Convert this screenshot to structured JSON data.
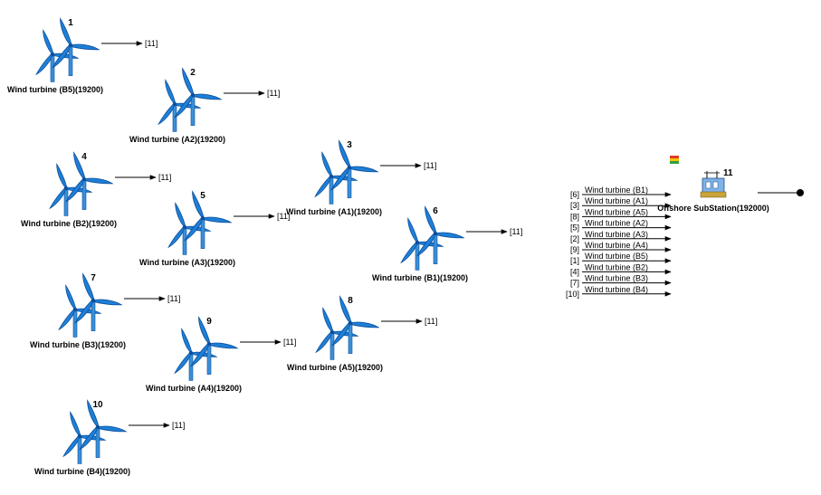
{
  "colors": {
    "blade": "#1e7fd6",
    "blade_dark": "#0b4f9e",
    "tower": "#3a8fd8",
    "line": "#000000"
  },
  "icons": {
    "turbine": "wind-turbine-icon",
    "substation": "substation-icon",
    "flag": "status-flag-icon",
    "terminal": "terminal-dot-icon"
  },
  "turbines": [
    {
      "number": "1",
      "label": "Wind turbine (B5)(19200)",
      "ref": "[11]"
    },
    {
      "number": "2",
      "label": "Wind turbine (A2)(19200)",
      "ref": "[11]"
    },
    {
      "number": "4",
      "label": "Wind turbine (B2)(19200)",
      "ref": "[11]"
    },
    {
      "number": "5",
      "label": "Wind turbine (A3)(19200)",
      "ref": "[11]"
    },
    {
      "number": "3",
      "label": "Wind turbine (A1)(19200)",
      "ref": "[11]"
    },
    {
      "number": "6",
      "label": "Wind turbine (B1)(19200)",
      "ref": "[11]"
    },
    {
      "number": "7",
      "label": "Wind turbine (B3)(19200)",
      "ref": "[11]"
    },
    {
      "number": "9",
      "label": "Wind turbine (A4)(19200)",
      "ref": "[11]"
    },
    {
      "number": "8",
      "label": "Wind turbine (A5)(19200)",
      "ref": "[11]"
    },
    {
      "number": "10",
      "label": "Wind turbine (B4)(19200)",
      "ref": "[11]"
    }
  ],
  "substation": {
    "number": "11",
    "label": "Offshore SubStation(192000)"
  },
  "bus_inputs": [
    {
      "ref": "[6]",
      "label": "Wind turbine (B1)"
    },
    {
      "ref": "[3]",
      "label": "Wind turbine (A1)"
    },
    {
      "ref": "[8]",
      "label": "Wind turbine (A5)"
    },
    {
      "ref": "[5]",
      "label": "Wind turbine (A2)"
    },
    {
      "ref": "[2]",
      "label": "Wind turbine (A3)"
    },
    {
      "ref": "[9]",
      "label": "Wind turbine (A4)"
    },
    {
      "ref": "[1]",
      "label": "Wind turbine (B5)"
    },
    {
      "ref": "[4]",
      "label": "Wind turbine (B2)"
    },
    {
      "ref": "[7]",
      "label": "Wind turbine (B3)"
    },
    {
      "ref": "[10]",
      "label": "Wind turbine (B4)"
    }
  ]
}
